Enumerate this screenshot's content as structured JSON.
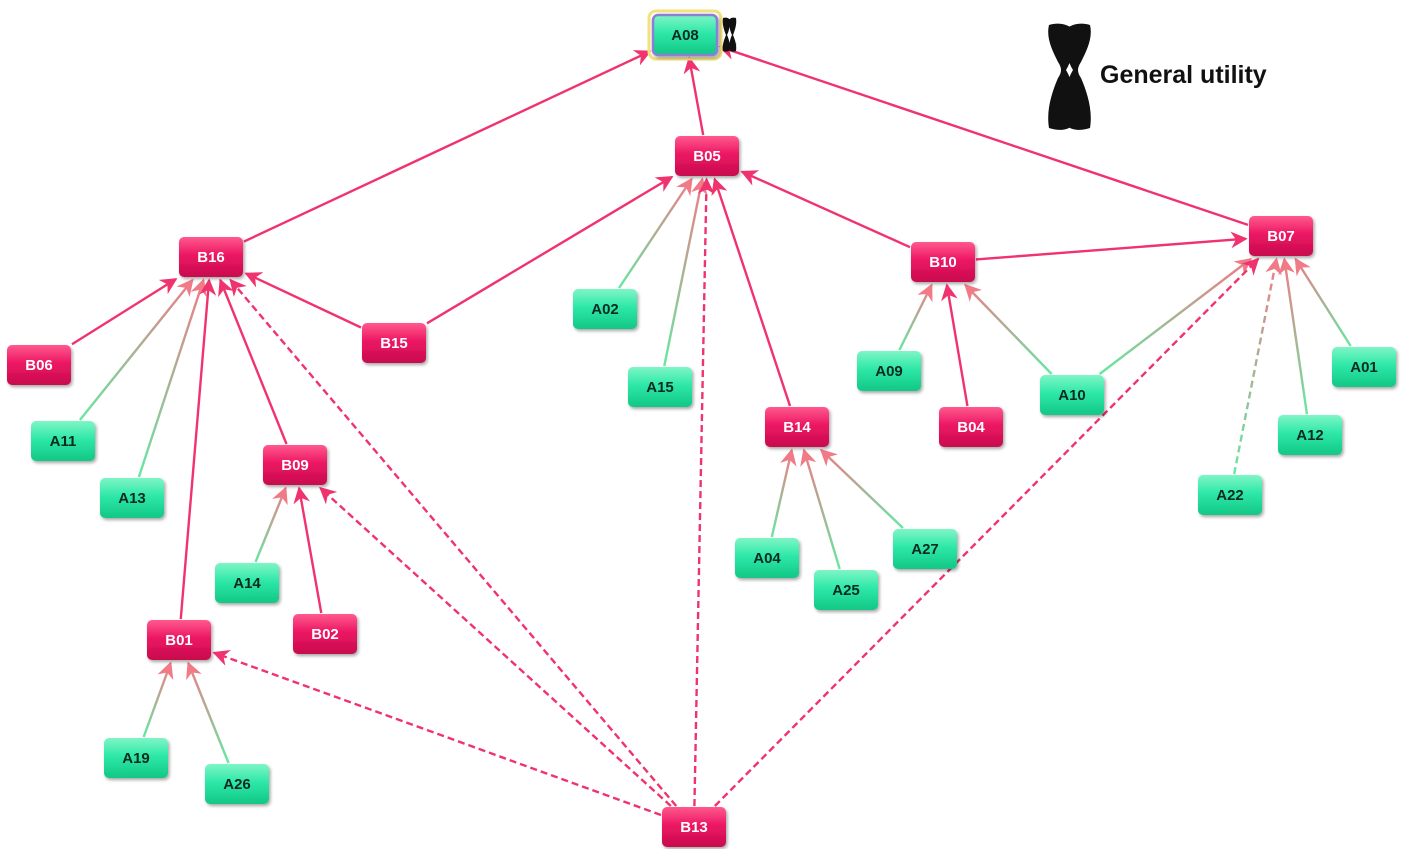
{
  "legend": {
    "label": "General utility",
    "icon": "chromosome-x-icon"
  },
  "colors": {
    "a_node": "#22e6a0",
    "b_node": "#e8135e",
    "edge_a": "#66e8a2",
    "edge_b": "#f0336e"
  },
  "nodes": [
    {
      "id": "A08",
      "type": "A",
      "marked": true
    },
    {
      "id": "B05",
      "type": "B"
    },
    {
      "id": "B16",
      "type": "B"
    },
    {
      "id": "B07",
      "type": "B"
    },
    {
      "id": "B10",
      "type": "B"
    },
    {
      "id": "B15",
      "type": "B"
    },
    {
      "id": "B06",
      "type": "B"
    },
    {
      "id": "A02",
      "type": "A"
    },
    {
      "id": "A15",
      "type": "A"
    },
    {
      "id": "A09",
      "type": "A"
    },
    {
      "id": "A10",
      "type": "A"
    },
    {
      "id": "A01",
      "type": "A"
    },
    {
      "id": "B04",
      "type": "B"
    },
    {
      "id": "B14",
      "type": "B"
    },
    {
      "id": "A11",
      "type": "A"
    },
    {
      "id": "A12",
      "type": "A"
    },
    {
      "id": "B09",
      "type": "B"
    },
    {
      "id": "A13",
      "type": "A"
    },
    {
      "id": "A22",
      "type": "A"
    },
    {
      "id": "A27",
      "type": "A"
    },
    {
      "id": "A04",
      "type": "A"
    },
    {
      "id": "A14",
      "type": "A"
    },
    {
      "id": "A25",
      "type": "A"
    },
    {
      "id": "B02",
      "type": "B"
    },
    {
      "id": "B01",
      "type": "B"
    },
    {
      "id": "A19",
      "type": "A"
    },
    {
      "id": "A26",
      "type": "A"
    },
    {
      "id": "B13",
      "type": "B"
    }
  ],
  "edges": [
    {
      "from": "B16",
      "to": "A08",
      "style": "solid"
    },
    {
      "from": "B05",
      "to": "A08",
      "style": "solid"
    },
    {
      "from": "B07",
      "to": "A08",
      "style": "solid"
    },
    {
      "from": "B15",
      "to": "B05",
      "style": "solid"
    },
    {
      "from": "A02",
      "to": "B05",
      "style": "solid"
    },
    {
      "from": "A15",
      "to": "B05",
      "style": "solid"
    },
    {
      "from": "B14",
      "to": "B05",
      "style": "solid"
    },
    {
      "from": "B10",
      "to": "B05",
      "style": "solid"
    },
    {
      "from": "B13",
      "to": "B05",
      "style": "dashed"
    },
    {
      "from": "B10",
      "to": "B07",
      "style": "solid"
    },
    {
      "from": "A10",
      "to": "B07",
      "style": "solid"
    },
    {
      "from": "A01",
      "to": "B07",
      "style": "solid"
    },
    {
      "from": "A12",
      "to": "B07",
      "style": "solid"
    },
    {
      "from": "A22",
      "to": "B07",
      "style": "dashed"
    },
    {
      "from": "B13",
      "to": "B07",
      "style": "dashed"
    },
    {
      "from": "A09",
      "to": "B10",
      "style": "solid"
    },
    {
      "from": "B04",
      "to": "B10",
      "style": "solid"
    },
    {
      "from": "A10",
      "to": "B10",
      "style": "solid"
    },
    {
      "from": "B06",
      "to": "B16",
      "style": "solid"
    },
    {
      "from": "A11",
      "to": "B16",
      "style": "solid"
    },
    {
      "from": "A13",
      "to": "B16",
      "style": "solid"
    },
    {
      "from": "B01",
      "to": "B16",
      "style": "solid"
    },
    {
      "from": "B09",
      "to": "B16",
      "style": "solid"
    },
    {
      "from": "B15",
      "to": "B16",
      "style": "solid"
    },
    {
      "from": "B13",
      "to": "B16",
      "style": "dashed"
    },
    {
      "from": "A14",
      "to": "B09",
      "style": "solid"
    },
    {
      "from": "B02",
      "to": "B09",
      "style": "solid"
    },
    {
      "from": "B13",
      "to": "B09",
      "style": "dashed"
    },
    {
      "from": "A04",
      "to": "B14",
      "style": "solid"
    },
    {
      "from": "A25",
      "to": "B14",
      "style": "solid"
    },
    {
      "from": "A27",
      "to": "B14",
      "style": "solid"
    },
    {
      "from": "A19",
      "to": "B01",
      "style": "solid"
    },
    {
      "from": "A26",
      "to": "B01",
      "style": "solid"
    },
    {
      "from": "B13",
      "to": "B01",
      "style": "dashed"
    }
  ]
}
